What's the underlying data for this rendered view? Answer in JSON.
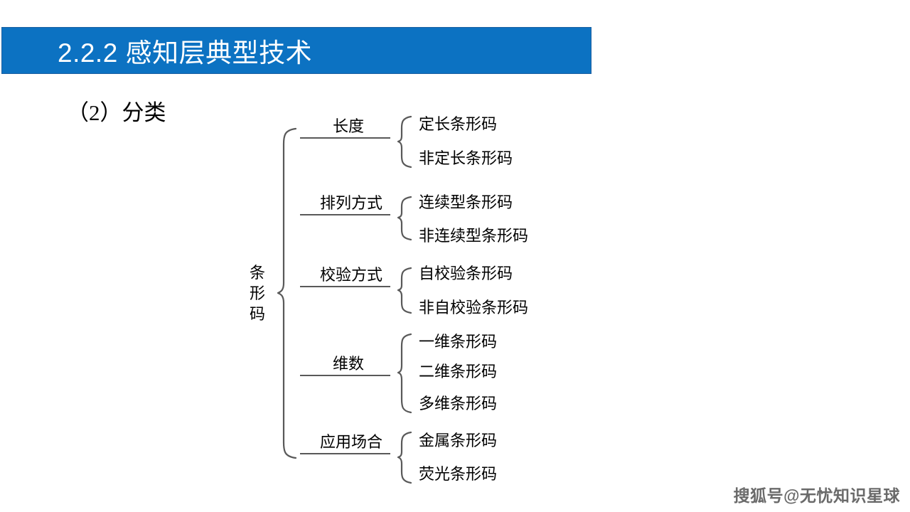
{
  "slide": {
    "title": "2.2.2 感知层典型技术",
    "title_bar_color": "#0c72c2",
    "title_text_color": "#ffffff",
    "background_color": "#ffffff",
    "section_heading": "（2）分类"
  },
  "diagram": {
    "type": "bracket-tree",
    "root": "条形码",
    "groups": [
      {
        "label": "长度",
        "leaves": [
          "定长条形码",
          "非定长条形码"
        ]
      },
      {
        "label": "排列方式",
        "leaves": [
          "连续型条形码",
          "非连续型条形码"
        ]
      },
      {
        "label": "校验方式",
        "leaves": [
          "自校验条形码",
          "非自校验条形码"
        ]
      },
      {
        "label": "维数",
        "leaves": [
          "一维条形码",
          "二维条形码",
          "多维条形码"
        ]
      },
      {
        "label": "应用场合",
        "leaves": [
          "金属条形码",
          "荧光条形码"
        ]
      }
    ],
    "rule_color": "#595959",
    "text_color": "#000000"
  },
  "watermark": {
    "text": "搜狐号@无忧知识星球"
  }
}
